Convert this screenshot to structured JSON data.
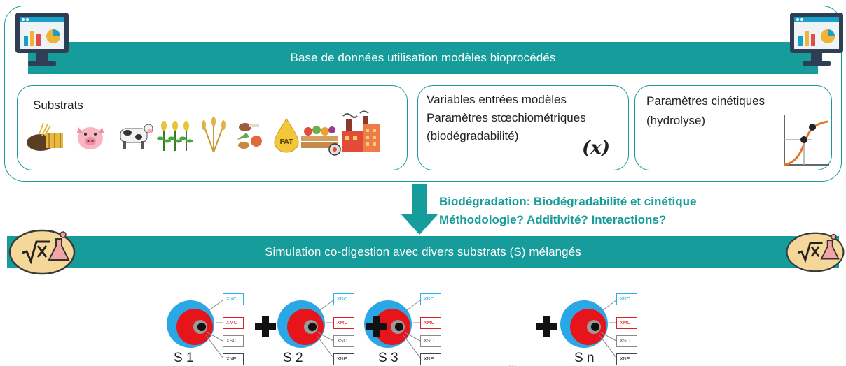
{
  "header": {
    "title": "Base de données utilisation modèles bioprocédés"
  },
  "substrats": {
    "title": "Substrats",
    "icons": [
      "straw-bale-icon",
      "pig-icon",
      "cow-icon",
      "crop-plants-icon",
      "wheat-icon",
      "food-waste-icon",
      "fat-drop-icon",
      "vegetable-crate-icon",
      "factory-icon"
    ]
  },
  "variables": {
    "line1": "Variables entrées modèles",
    "line2": "Paramètres stœchiométriques",
    "line3": "(biodégradabilité)",
    "symbol": "(x)"
  },
  "cinetique": {
    "line1": "Paramètres cinétiques",
    "line2": "(hydrolyse)"
  },
  "biodegradation": {
    "line1": "Biodégradation: Biodégradabilité et cinétique",
    "line2": "Méthodologie? Additivité? Interactions?"
  },
  "simulation": {
    "title": "Simulation co-digestion avec divers substrats (S) mélangés"
  },
  "mixture": {
    "substrates": [
      {
        "label": "S 1"
      },
      {
        "label": "S 2"
      },
      {
        "label": "S 3"
      },
      {
        "label": "S n"
      }
    ],
    "tags": [
      "XNC",
      "XMC",
      "XSC",
      "XNE"
    ],
    "ellipsis": "..."
  },
  "colors": {
    "teal": "#159c9b",
    "nc": "#2ab0e8",
    "mc": "#e02020"
  }
}
